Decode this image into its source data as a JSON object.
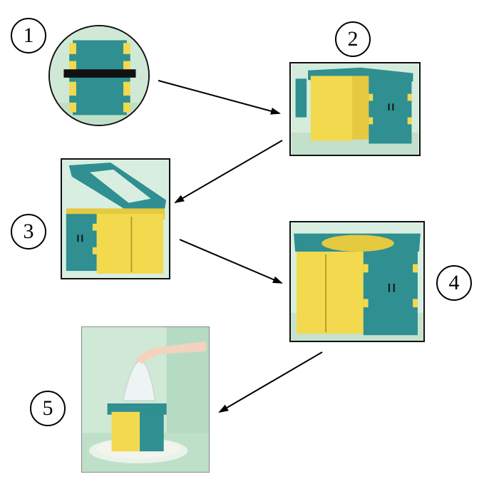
{
  "steps": [
    {
      "label": "1",
      "icon": "folded-box-strapped-icon"
    },
    {
      "label": "2",
      "icon": "box-unfolding-icon"
    },
    {
      "label": "3",
      "icon": "box-lid-opening-icon"
    },
    {
      "label": "4",
      "icon": "assembled-toilet-icon"
    },
    {
      "label": "5",
      "icon": "toilet-with-bag-icon"
    }
  ],
  "colors": {
    "yellow": "#f2d94e",
    "teal": "#2f8f91",
    "mint": "#cfe9d6",
    "arrow": "#000000"
  }
}
